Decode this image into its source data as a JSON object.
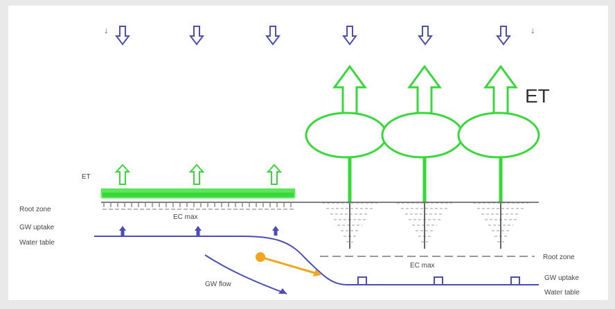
{
  "labels": {
    "rain_left": "↓",
    "rain_right": "↓",
    "et_large": "ET",
    "et_small": "ET",
    "root_zone_left": "Root zone",
    "ec_max_left": "EC max",
    "gw_uptake_left": "GW uptake",
    "water_table_left": "Water table",
    "gw_flow": "GW flow",
    "root_zone_right": "Root zone",
    "ec_max_right": "EC max",
    "gw_uptake_right": "GW uptake",
    "water_table_right": "Water table"
  },
  "colors": {
    "rain_arrow": "#4b4fb0",
    "vegetation": "#38d83a",
    "water": "#4a4db8",
    "marker": "#f3a51c",
    "text": "#444444",
    "ground": "#555555"
  },
  "icons": {
    "rain": "down-arrow-icon",
    "et": "up-arrow-icon",
    "uptake": "up-arrow-icon",
    "tree_uptake": "pump-icon"
  }
}
